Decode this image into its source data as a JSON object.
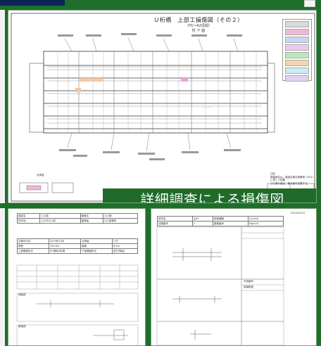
{
  "window": {
    "accent": "#1d6f2a",
    "header_dark": "#0d2457"
  },
  "main_drawing": {
    "title": "Ｕ桁橋　上部工損傷図（その２）",
    "subtitle_1": "（P1～A2径間）",
    "subtitle_2": "桁 下 面",
    "caption": "詳細調査による損傷図",
    "legend_colors": [
      "#d9d9d9",
      "#f2b6d9",
      "#c7d6f2",
      "#f0c8ef",
      "#bde6bd",
      "#f4d7a8",
      "#cfe9f7",
      "#e1d0f4"
    ],
    "notes": [
      "注記",
      "損傷部位は、橋梁定期点検要領（H31）に準じて記載",
      "ひび割れ幅は、最大値を記載する。"
    ],
    "plan_labels": [
      "(G1)",
      "(G2)",
      "(G3)",
      "(G4)",
      "(G5)",
      "(G6)"
    ],
    "small_label": "全体図"
  },
  "sheet_left": {
    "rows": [
      [
        "橋梁名",
        "〇〇橋",
        "路線名",
        "〇〇線"
      ],
      [
        "所在地",
        "〇〇市〇〇町",
        "管理者",
        "〇〇事務所"
      ],
      [
        "点検年月日",
        "2019年10月",
        "点検者",
        "〇〇"
      ],
      [
        "橋長",
        "115.0m",
        "幅員",
        "8.5m"
      ],
      [
        "上部構造形式",
        "PC単純U桁橋",
        "下部構造形式",
        "逆T式橋台"
      ]
    ],
    "label_side": "側面図",
    "label_cross": "断面図"
  },
  "sheet_right": {
    "date": "2019/10/31",
    "rows": [
      [
        "部材名",
        "主桁",
        "損傷種類",
        "ひびわれ"
      ],
      [
        "径間番号",
        "2",
        "要素番号",
        "Mg0201"
      ]
    ],
    "labels": [
      "写真番号",
      "損傷程度"
    ]
  }
}
